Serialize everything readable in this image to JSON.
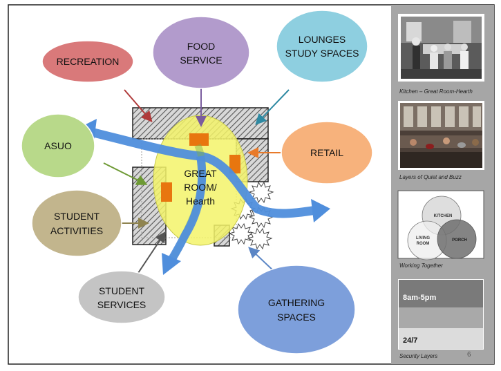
{
  "bubbles": {
    "recreation": "RECREATION",
    "food_service": [
      "FOOD",
      "SERVICE"
    ],
    "lounges": [
      "LOUNGES",
      "STUDY SPACES"
    ],
    "asuo": "ASUO",
    "retail": "RETAIL",
    "student_activities": [
      "STUDENT",
      "ACTIVITIES"
    ],
    "student_services": [
      "STUDENT",
      "SERVICES"
    ],
    "gathering_spaces": [
      "GATHERING",
      "SPACES"
    ],
    "great_room": [
      "GREAT",
      "ROOM/",
      "Hearth"
    ]
  },
  "sidebar": {
    "photo1_caption": "Kitchen – Great Room-Hearth",
    "photo2_caption": "Layers of Quiet and Buzz",
    "venn": {
      "a": "KITCHEN",
      "b": [
        "LIVING",
        "ROOM"
      ],
      "c": "PORCH"
    },
    "venn_caption": "Working Together",
    "security": {
      "hours": "8am-5pm",
      "always": "24/7",
      "caption": "Security Layers"
    }
  },
  "page_number": "6",
  "colors": {
    "recreation": "#d9797a",
    "food_service": "#b29bcc",
    "lounges": "#8ecfe0",
    "asuo": "#b8d98a",
    "retail": "#f7b27c",
    "student_activities": "#c2b58d",
    "student_services": "#c4c4c4",
    "gathering_spaces": "#7d9fdb",
    "great_room": "#f3f36a",
    "arrow": "#4f8edc",
    "sidebar": "#a6a6a6"
  }
}
